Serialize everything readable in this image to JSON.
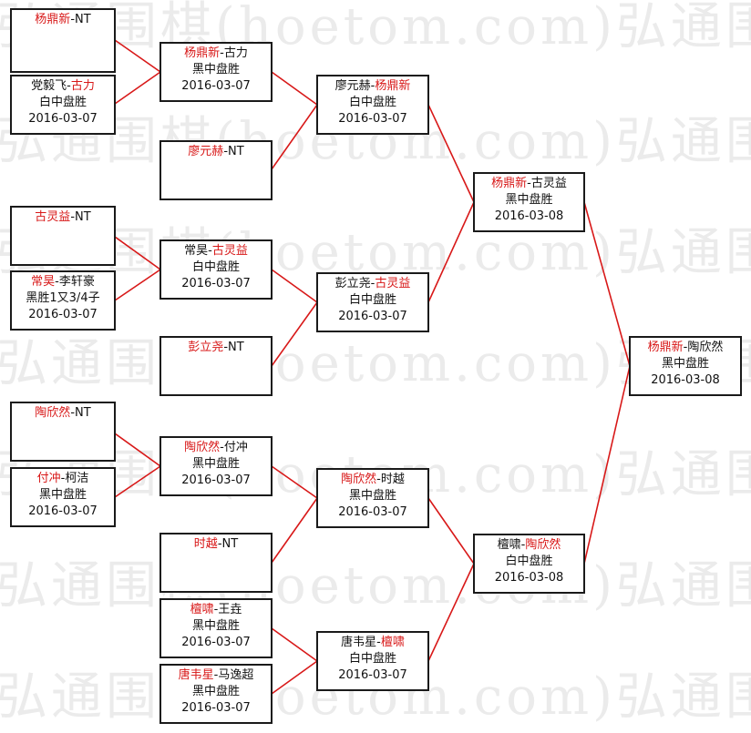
{
  "colors": {
    "winner": "#d81818",
    "connector": "#d81818",
    "text": "#111111",
    "border": "#1a1a1a",
    "watermark": "#ebebeb"
  },
  "watermark": {
    "text": "弘通围棋(hoetom.com)弘通围棋(hoetom.com)"
  },
  "boxes": [
    {
      "p1": "杨鼎新",
      "sep": "-",
      "p2": "NT",
      "winner": 1,
      "result": "",
      "date": ""
    },
    {
      "p1": "党毅飞",
      "sep": "-",
      "p2": "古力",
      "winner": 2,
      "result": "白中盘胜",
      "date": "2016-03-07"
    },
    {
      "p1": "古灵益",
      "sep": "-",
      "p2": "NT",
      "winner": 1,
      "result": "",
      "date": ""
    },
    {
      "p1": "常昊",
      "sep": "-",
      "p2": "李轩豪",
      "winner": 1,
      "result": "黑胜1又3/4子",
      "date": "2016-03-07"
    },
    {
      "p1": "陶欣然",
      "sep": "-",
      "p2": "NT",
      "winner": 1,
      "result": "",
      "date": ""
    },
    {
      "p1": "付冲",
      "sep": "-",
      "p2": "柯洁",
      "winner": 1,
      "result": "黑中盘胜",
      "date": "2016-03-07"
    },
    {
      "p1": "杨鼎新",
      "sep": "-",
      "p2": "古力",
      "winner": 1,
      "result": "黑中盘胜",
      "date": "2016-03-07"
    },
    {
      "p1": "廖元赫",
      "sep": "-",
      "p2": "NT",
      "winner": 1,
      "result": "",
      "date": ""
    },
    {
      "p1": "常昊",
      "sep": "-",
      "p2": "古灵益",
      "winner": 2,
      "result": "白中盘胜",
      "date": "2016-03-07"
    },
    {
      "p1": "彭立尧",
      "sep": "-",
      "p2": "NT",
      "winner": 1,
      "result": "",
      "date": ""
    },
    {
      "p1": "陶欣然",
      "sep": "-",
      "p2": "付冲",
      "winner": 1,
      "result": "黑中盘胜",
      "date": "2016-03-07"
    },
    {
      "p1": "时越",
      "sep": "-",
      "p2": "NT",
      "winner": 1,
      "result": "",
      "date": ""
    },
    {
      "p1": "檀啸",
      "sep": "-",
      "p2": "王垚",
      "winner": 1,
      "result": "黑中盘胜",
      "date": "2016-03-07"
    },
    {
      "p1": "唐韦星",
      "sep": "-",
      "p2": "马逸超",
      "winner": 1,
      "result": "黑中盘胜",
      "date": "2016-03-07"
    },
    {
      "p1": "廖元赫",
      "sep": "-",
      "p2": "杨鼎新",
      "winner": 2,
      "result": "白中盘胜",
      "date": "2016-03-07"
    },
    {
      "p1": "彭立尧",
      "sep": "-",
      "p2": "古灵益",
      "winner": 2,
      "result": "白中盘胜",
      "date": "2016-03-07"
    },
    {
      "p1": "陶欣然",
      "sep": "-",
      "p2": "时越",
      "winner": 1,
      "result": "黑中盘胜",
      "date": "2016-03-07"
    },
    {
      "p1": "唐韦星",
      "sep": "-",
      "p2": "檀啸",
      "winner": 2,
      "result": "白中盘胜",
      "date": "2016-03-07"
    },
    {
      "p1": "杨鼎新",
      "sep": "-",
      "p2": "古灵益",
      "winner": 1,
      "result": "黑中盘胜",
      "date": "2016-03-08"
    },
    {
      "p1": "檀啸",
      "sep": "-",
      "p2": "陶欣然",
      "winner": 2,
      "result": "白中盘胜",
      "date": "2016-03-08"
    },
    {
      "p1": "杨鼎新",
      "sep": "-",
      "p2": "陶欣然",
      "winner": 1,
      "result": "黑中盘胜",
      "date": "2016-03-08"
    }
  ]
}
